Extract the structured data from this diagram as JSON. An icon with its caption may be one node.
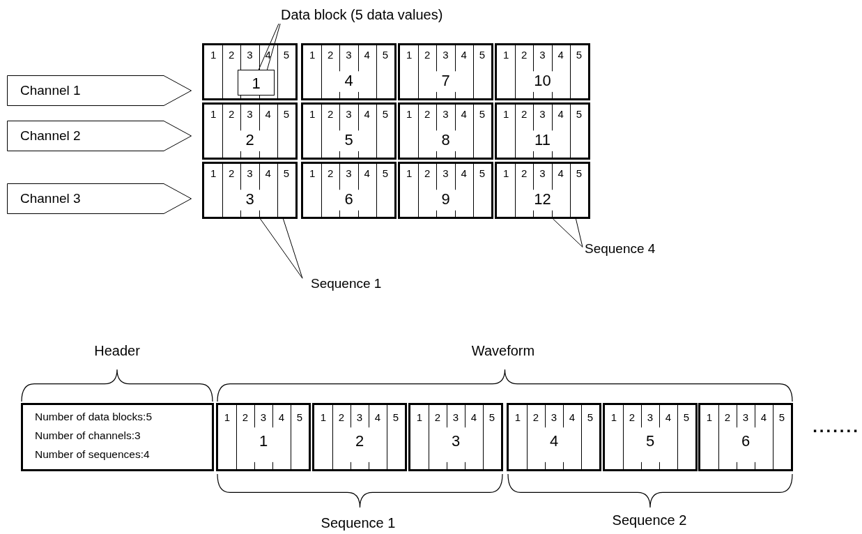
{
  "diagram": {
    "nodes": [
      {
        "text": [
          "Data block (5 data values)"
        ]
      },
      {
        "text": [
          "Channel 1"
        ]
      },
      {
        "text": [
          "1",
          "2",
          "3",
          "4",
          "5"
        ]
      },
      {
        "text": [
          "1"
        ],
        "in": 2
      },
      {
        "text": [
          "1",
          "2",
          "3",
          "4",
          "5",
          "4"
        ]
      },
      {
        "text": [
          "1",
          "2",
          "3",
          "4",
          "5",
          "7"
        ]
      },
      {
        "text": [
          "1",
          "2",
          "3",
          "4",
          "5",
          "10"
        ]
      },
      {
        "text": [
          "Channel 2"
        ]
      },
      {
        "text": [
          "1",
          "2",
          "3",
          "4",
          "5",
          "2"
        ]
      },
      {
        "text": [
          "1",
          "2",
          "3",
          "4",
          "5",
          "5"
        ]
      },
      {
        "text": [
          "1",
          "2",
          "3",
          "4",
          "5",
          "8"
        ]
      },
      {
        "text": [
          "1",
          "2",
          "3",
          "4",
          "5",
          "11"
        ]
      },
      {
        "text": [
          "Channel 3"
        ]
      },
      {
        "text": [
          "1",
          "2",
          "3",
          "4",
          "5",
          "3"
        ]
      },
      {
        "text": [
          "1",
          "2",
          "3",
          "4",
          "5",
          "6"
        ]
      },
      {
        "text": [
          "1",
          "2",
          "3",
          "4",
          "5",
          "9"
        ]
      },
      {
        "text": [
          "1",
          "2",
          "3",
          "4",
          "5",
          "12"
        ]
      },
      {
        "text": [
          "Sequence 4"
        ]
      },
      {
        "text": [
          "Sequence 1"
        ]
      },
      {
        "text": [
          "Number of data blocks:5",
          "Number of channels:3",
          "Number of sequences:4"
        ]
      },
      {
        "text": [
          "1",
          "2",
          "3",
          "4",
          "5",
          "1"
        ]
      },
      {
        "text": [
          "1",
          "2",
          "3",
          "4",
          "5",
          "2"
        ]
      },
      {
        "text": [
          "1",
          "2",
          "3",
          "4",
          "5",
          "3"
        ]
      },
      {
        "text": [
          "1",
          "2",
          "3",
          "4",
          "5",
          "4"
        ]
      },
      {
        "text": [
          "1",
          "2",
          "3",
          "4",
          "5",
          "5"
        ]
      },
      {
        "text": [
          "1",
          "2",
          "3",
          "4",
          "5",
          "6"
        ]
      }
    ],
    "edges": [
      {
        "from": 0,
        "to": 3,
        "arrow": "none"
      },
      {
        "from": 0,
        "to": 3,
        "arrow": "none"
      },
      {
        "from": 17,
        "to": 16,
        "arrow": "none"
      },
      {
        "from": 17,
        "to": 16,
        "arrow": "none"
      },
      {
        "from": 18,
        "to": 13,
        "arrow": "none"
      },
      {
        "from": 18,
        "to": 13,
        "arrow": "none"
      }
    ],
    "labels": [
      "Header",
      "Waveform",
      "Sequence 1",
      "Sequence 2",
      "......."
    ]
  }
}
